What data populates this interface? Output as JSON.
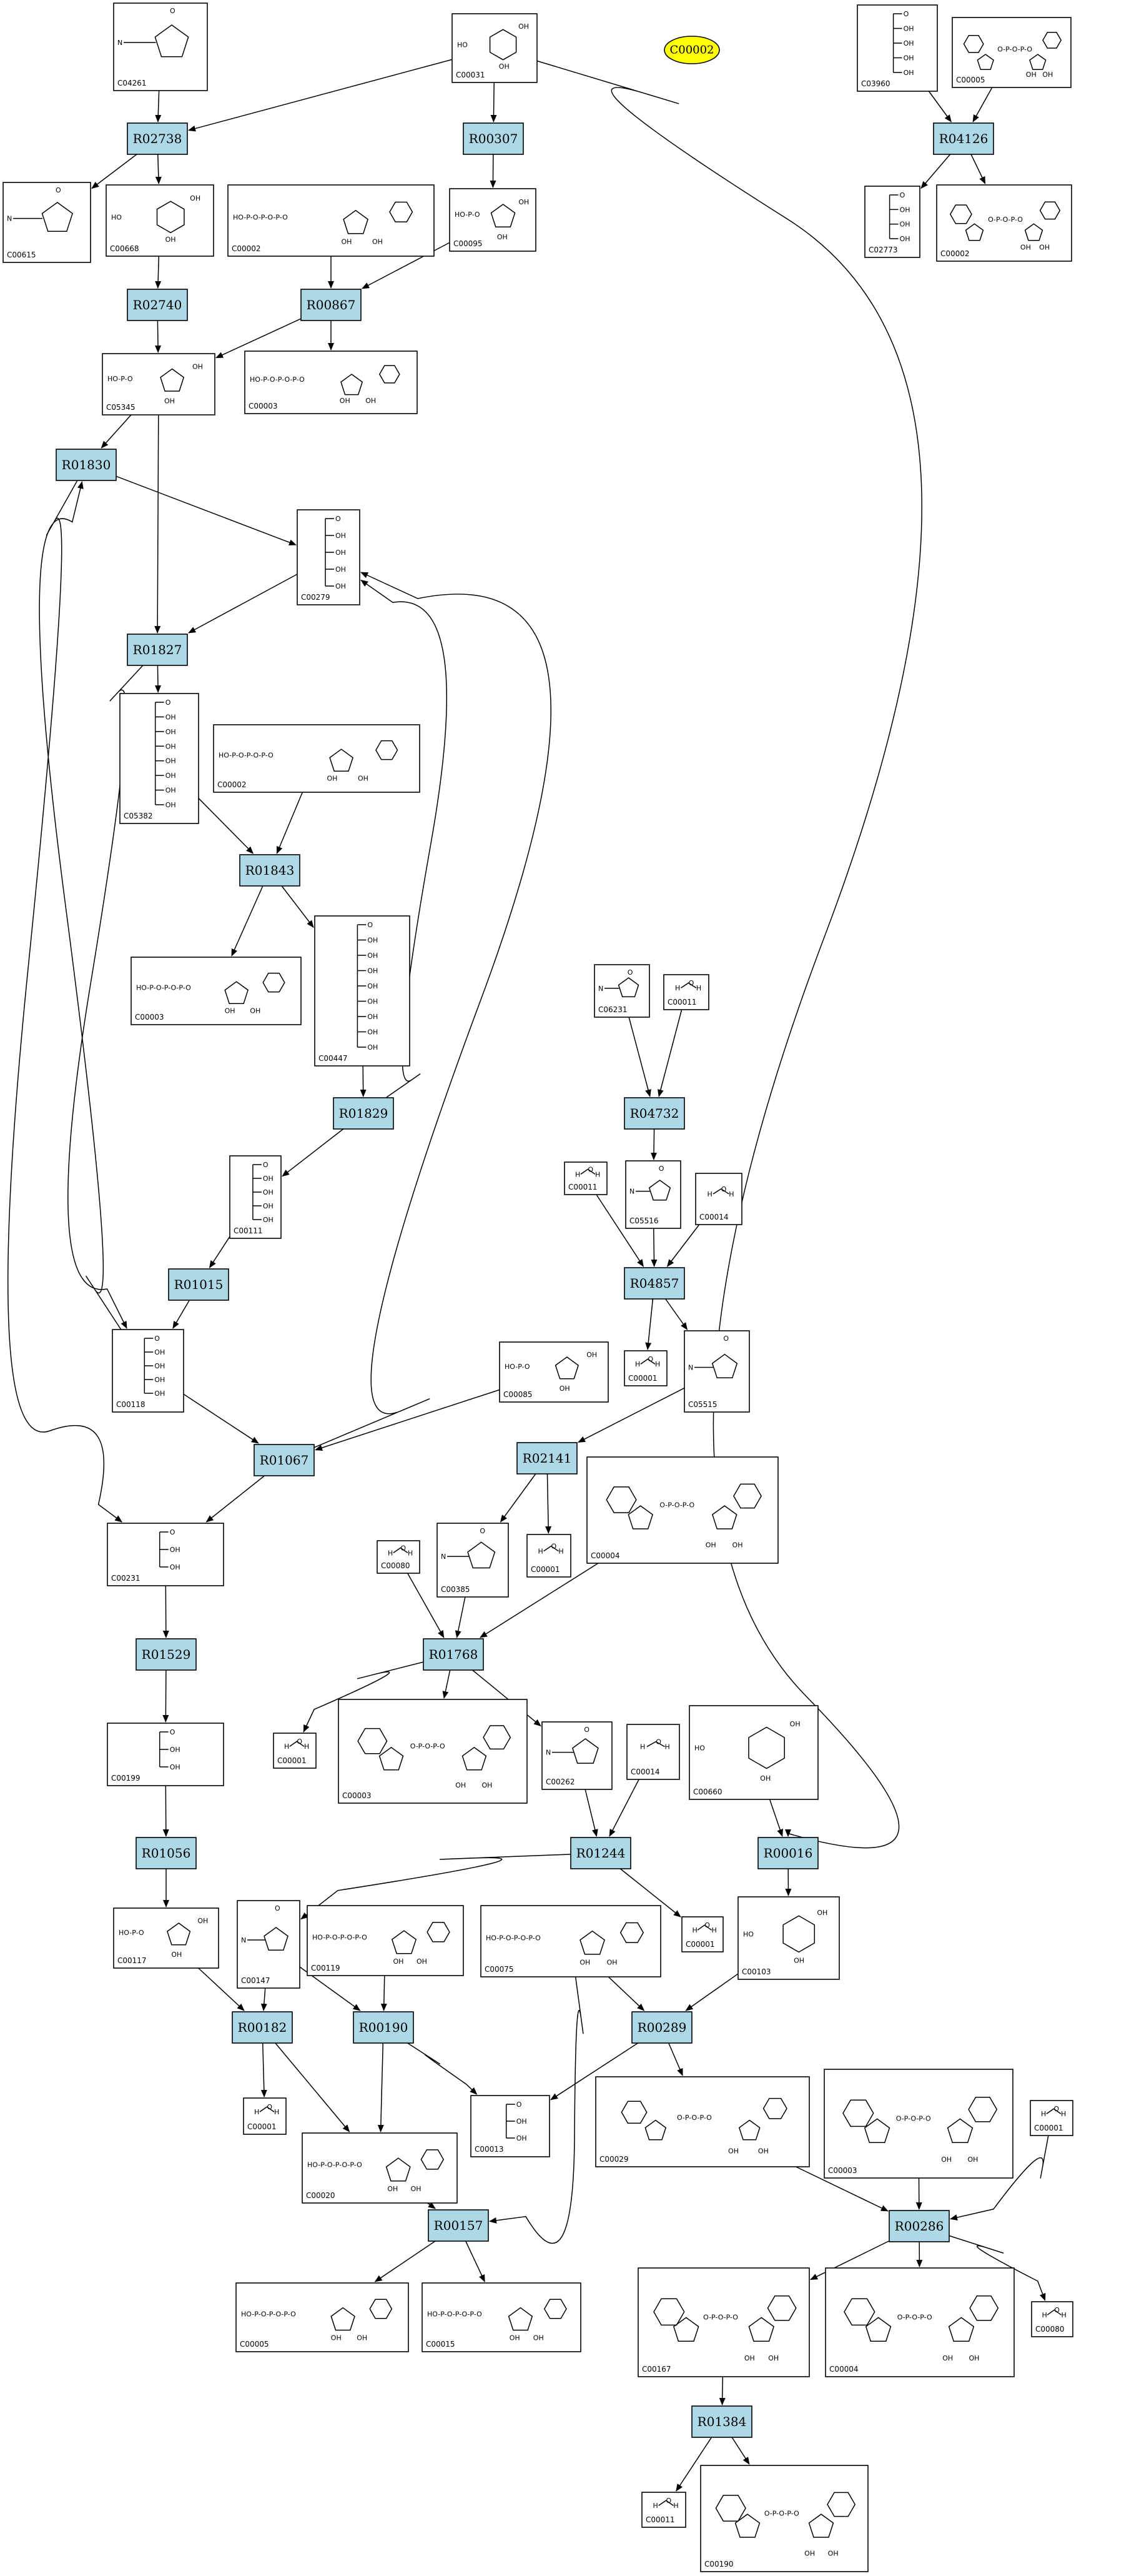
{
  "title": "C00002",
  "reactions": [
    {
      "id": "R02738"
    },
    {
      "id": "R00307"
    },
    {
      "id": "R04126"
    },
    {
      "id": "R02740"
    },
    {
      "id": "R00867"
    },
    {
      "id": "R01830"
    },
    {
      "id": "R01827"
    },
    {
      "id": "R01843"
    },
    {
      "id": "R01829"
    },
    {
      "id": "R04732"
    },
    {
      "id": "R01015"
    },
    {
      "id": "R04857"
    },
    {
      "id": "R01067"
    },
    {
      "id": "R02141"
    },
    {
      "id": "R01529"
    },
    {
      "id": "R01768"
    },
    {
      "id": "R01056"
    },
    {
      "id": "R01244"
    },
    {
      "id": "R00016"
    },
    {
      "id": "R00182"
    },
    {
      "id": "R00190"
    },
    {
      "id": "R00289"
    },
    {
      "id": "R00286"
    },
    {
      "id": "R00157"
    },
    {
      "id": "R01384"
    }
  ],
  "compounds": [
    {
      "id": "C04261",
      "kind": "small-ring"
    },
    {
      "id": "C00031",
      "kind": "hexose"
    },
    {
      "id": "C03960",
      "kind": "chain"
    },
    {
      "id": "C00005",
      "kind": "dinucleotide"
    },
    {
      "id": "C00615",
      "kind": "small-ring"
    },
    {
      "id": "C00668",
      "kind": "hexose"
    },
    {
      "id": "C00002",
      "kind": "nucleotide"
    },
    {
      "id": "C00095",
      "kind": "furanose"
    },
    {
      "id": "C02773",
      "kind": "chain"
    },
    {
      "id": "C00002",
      "kind": "dinucleotide"
    },
    {
      "id": "C00003",
      "kind": "nucleotide"
    },
    {
      "id": "C05345",
      "kind": "furanose"
    },
    {
      "id": "C00279",
      "kind": "chain"
    },
    {
      "id": "C05382",
      "kind": "chain"
    },
    {
      "id": "C00002",
      "kind": "nucleotide"
    },
    {
      "id": "C00003",
      "kind": "nucleotide"
    },
    {
      "id": "C00447",
      "kind": "chain"
    },
    {
      "id": "C06231",
      "kind": "small-ring"
    },
    {
      "id": "C00011",
      "kind": "tiny"
    },
    {
      "id": "C00111",
      "kind": "chain"
    },
    {
      "id": "C00011",
      "kind": "tiny"
    },
    {
      "id": "C05516",
      "kind": "small-ring"
    },
    {
      "id": "C00014",
      "kind": "tiny"
    },
    {
      "id": "C00118",
      "kind": "chain"
    },
    {
      "id": "C00085",
      "kind": "furanose"
    },
    {
      "id": "C00001",
      "kind": "tiny"
    },
    {
      "id": "C05515",
      "kind": "small-ring"
    },
    {
      "id": "C00231",
      "kind": "chain"
    },
    {
      "id": "C00080",
      "kind": "tiny"
    },
    {
      "id": "C00385",
      "kind": "small-ring"
    },
    {
      "id": "C00001",
      "kind": "tiny"
    },
    {
      "id": "C00004",
      "kind": "dinucleotide"
    },
    {
      "id": "C00199",
      "kind": "chain"
    },
    {
      "id": "C00001",
      "kind": "tiny"
    },
    {
      "id": "C00003",
      "kind": "dinucleotide"
    },
    {
      "id": "C00262",
      "kind": "small-ring"
    },
    {
      "id": "C00014",
      "kind": "tiny"
    },
    {
      "id": "C00660",
      "kind": "hexose"
    },
    {
      "id": "C00117",
      "kind": "furanose"
    },
    {
      "id": "C00147",
      "kind": "small-ring"
    },
    {
      "id": "C00119",
      "kind": "nucleotide"
    },
    {
      "id": "C00075",
      "kind": "nucleotide"
    },
    {
      "id": "C00001",
      "kind": "tiny"
    },
    {
      "id": "C00103",
      "kind": "hexose"
    },
    {
      "id": "C00001",
      "kind": "tiny"
    },
    {
      "id": "C00020",
      "kind": "nucleotide"
    },
    {
      "id": "C00013",
      "kind": "chain"
    },
    {
      "id": "C00029",
      "kind": "dinucleotide"
    },
    {
      "id": "C00003",
      "kind": "dinucleotide"
    },
    {
      "id": "C00001",
      "kind": "tiny"
    },
    {
      "id": "C00005",
      "kind": "nucleotide"
    },
    {
      "id": "C00015",
      "kind": "nucleotide"
    },
    {
      "id": "C00167",
      "kind": "dinucleotide"
    },
    {
      "id": "C00004",
      "kind": "dinucleotide"
    },
    {
      "id": "C00080",
      "kind": "tiny"
    },
    {
      "id": "C00011",
      "kind": "tiny"
    },
    {
      "id": "C00190",
      "kind": "dinucleotide"
    }
  ]
}
